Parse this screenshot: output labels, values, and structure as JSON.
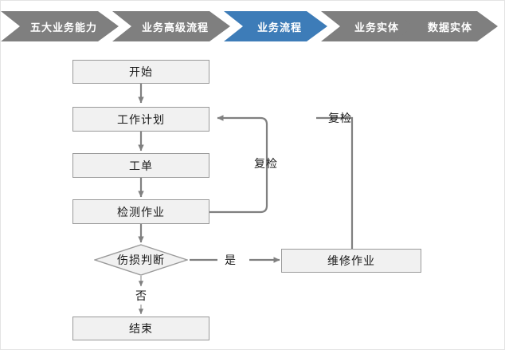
{
  "breadcrumb": {
    "items": [
      {
        "label": "五大业务能力",
        "active": false,
        "color": "#7f7f7f"
      },
      {
        "label": "业务高级流程",
        "active": false,
        "color": "#7f7f7f"
      },
      {
        "label": "业务流程",
        "active": true,
        "color": "#3d7cb8"
      },
      {
        "label": "业务实体",
        "active": false,
        "color": "#7f7f7f"
      },
      {
        "label": "数据实体",
        "active": false,
        "color": "#7f7f7f"
      }
    ]
  },
  "flowchart": {
    "nodes": [
      {
        "id": "start",
        "label": "开始",
        "shape": "rect"
      },
      {
        "id": "work-plan",
        "label": "工作计划",
        "shape": "rect"
      },
      {
        "id": "work-order",
        "label": "工单",
        "shape": "rect"
      },
      {
        "id": "inspection",
        "label": "检测作业",
        "shape": "rect"
      },
      {
        "id": "damage",
        "label": "伤损判断",
        "shape": "diamond"
      },
      {
        "id": "repair",
        "label": "维修作业",
        "shape": "rect"
      },
      {
        "id": "end",
        "label": "结束",
        "shape": "rect"
      }
    ],
    "edge_labels": {
      "recheck_inner": "复检",
      "recheck_outer": "复检",
      "yes": "是",
      "no": "否"
    }
  },
  "colors": {
    "node_fill": "#f1f1f1",
    "node_border": "#9a9a9a",
    "connector": "#808080",
    "active_chevron": "#3d7cb8",
    "inactive_chevron": "#7f7f7f",
    "text": "#1a1a1a"
  }
}
